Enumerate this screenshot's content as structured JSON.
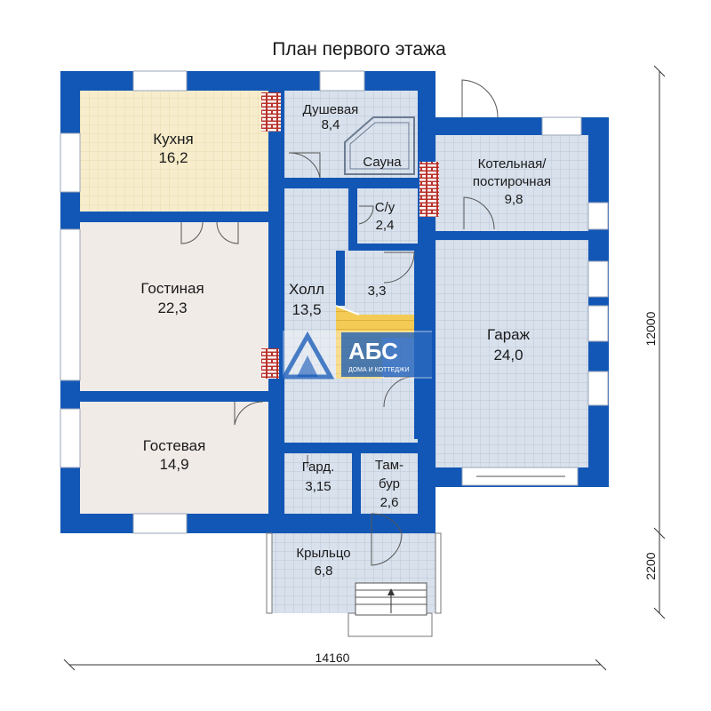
{
  "title": "План первого этажа",
  "colors": {
    "wall": "#1257b5",
    "tile": "#d9e1ec",
    "tile_line": "#b3c0d3",
    "kitchen": "#f7edcc",
    "living": "#f1ebe8",
    "brick": "#b8322a",
    "stairs": "#f3cb55",
    "dim": "#333333"
  },
  "rooms": {
    "kitchen": {
      "name": "Кухня",
      "area": "16,2"
    },
    "shower": {
      "name": "Душевая",
      "area": "8,4"
    },
    "sauna": {
      "name": "Сауна"
    },
    "boiler": {
      "name_line1": "Котельная/",
      "name_line2": "постирочная",
      "area": "9,8"
    },
    "wc": {
      "name": "С/у",
      "area": "2,4"
    },
    "living": {
      "name": "Гостиная",
      "area": "22,3"
    },
    "hall": {
      "name": "Холл",
      "area": "13,5"
    },
    "stair": {
      "area": "3,3"
    },
    "garage": {
      "name": "Гараж",
      "area": "24,0"
    },
    "guest": {
      "name": "Гостевая",
      "area": "14,9"
    },
    "wardrobe": {
      "name": "Гард.",
      "area": "3,15"
    },
    "vestibule": {
      "name_line1": "Там-",
      "name_line2": "бур",
      "area": "2,6"
    },
    "porch": {
      "name": "Крыльцо",
      "area": "6,8"
    }
  },
  "dimensions": {
    "width": "14160",
    "depth": "12000",
    "porch_depth": "2200"
  },
  "logo": {
    "brand": "АБС",
    "tagline": "ДОМА И КОТТЕДЖИ"
  }
}
